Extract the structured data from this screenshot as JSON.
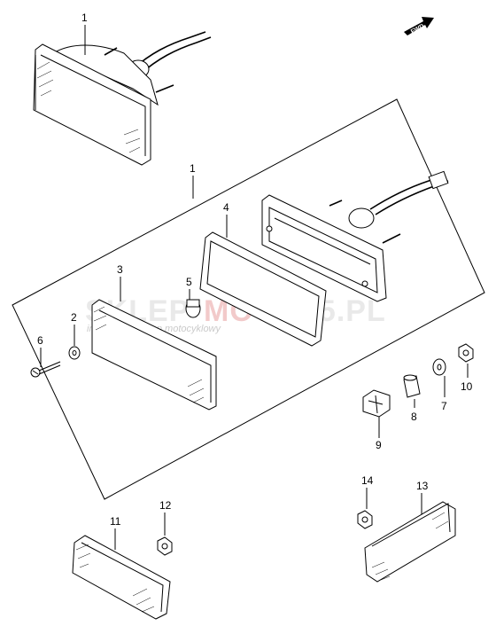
{
  "fwd_label": "FWD",
  "watermark": {
    "brand_left": "SKLEP",
    "brand_mid": "MOTO",
    "brand_right": "25.PL",
    "tagline": "internetowy sklep motocyklowy"
  },
  "callouts": {
    "c1_top": "1",
    "c1_mid": "1",
    "c2": "2",
    "c3": "3",
    "c4": "4",
    "c5": "5",
    "c6": "6",
    "c7": "7",
    "c8": "8",
    "c9": "9",
    "c10": "10",
    "c11": "11",
    "c12": "12",
    "c13": "13",
    "c14": "14"
  }
}
